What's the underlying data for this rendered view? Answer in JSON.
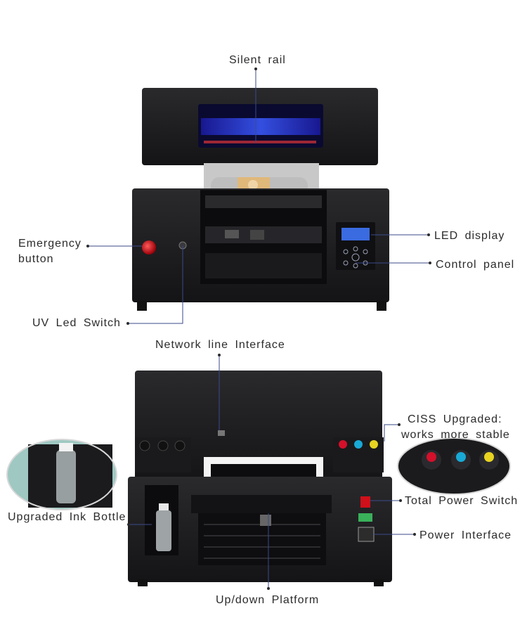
{
  "labels": {
    "silent_rail": "Silent  rail",
    "emergency_line1": "Emergency",
    "emergency_line2": "button",
    "uv_led_switch": "UV  Led  Switch",
    "led_display": "LED  display",
    "control_panel": "Control  panel",
    "network_interface": "Network  line  Interface",
    "ciss_line1": "CISS  Upgraded:",
    "ciss_line2": "works  more  stable",
    "ink_bottle": "Upgraded  Ink  Bottle",
    "total_power_switch": "Total  Power  Switch",
    "power_interface": "Power  Interface",
    "platform": "Up/down  Platform"
  },
  "colors": {
    "body": "#1d1d1f",
    "body_dark": "#0e0e10",
    "uv_blue": "#2a3cff",
    "lcd": "#3a6be0",
    "emergency_red": "#d0101a",
    "leader_line": "#3b4a8a",
    "ink_red": "#d4102a",
    "ink_cyan": "#19a9d6",
    "ink_yellow": "#e8d320"
  }
}
